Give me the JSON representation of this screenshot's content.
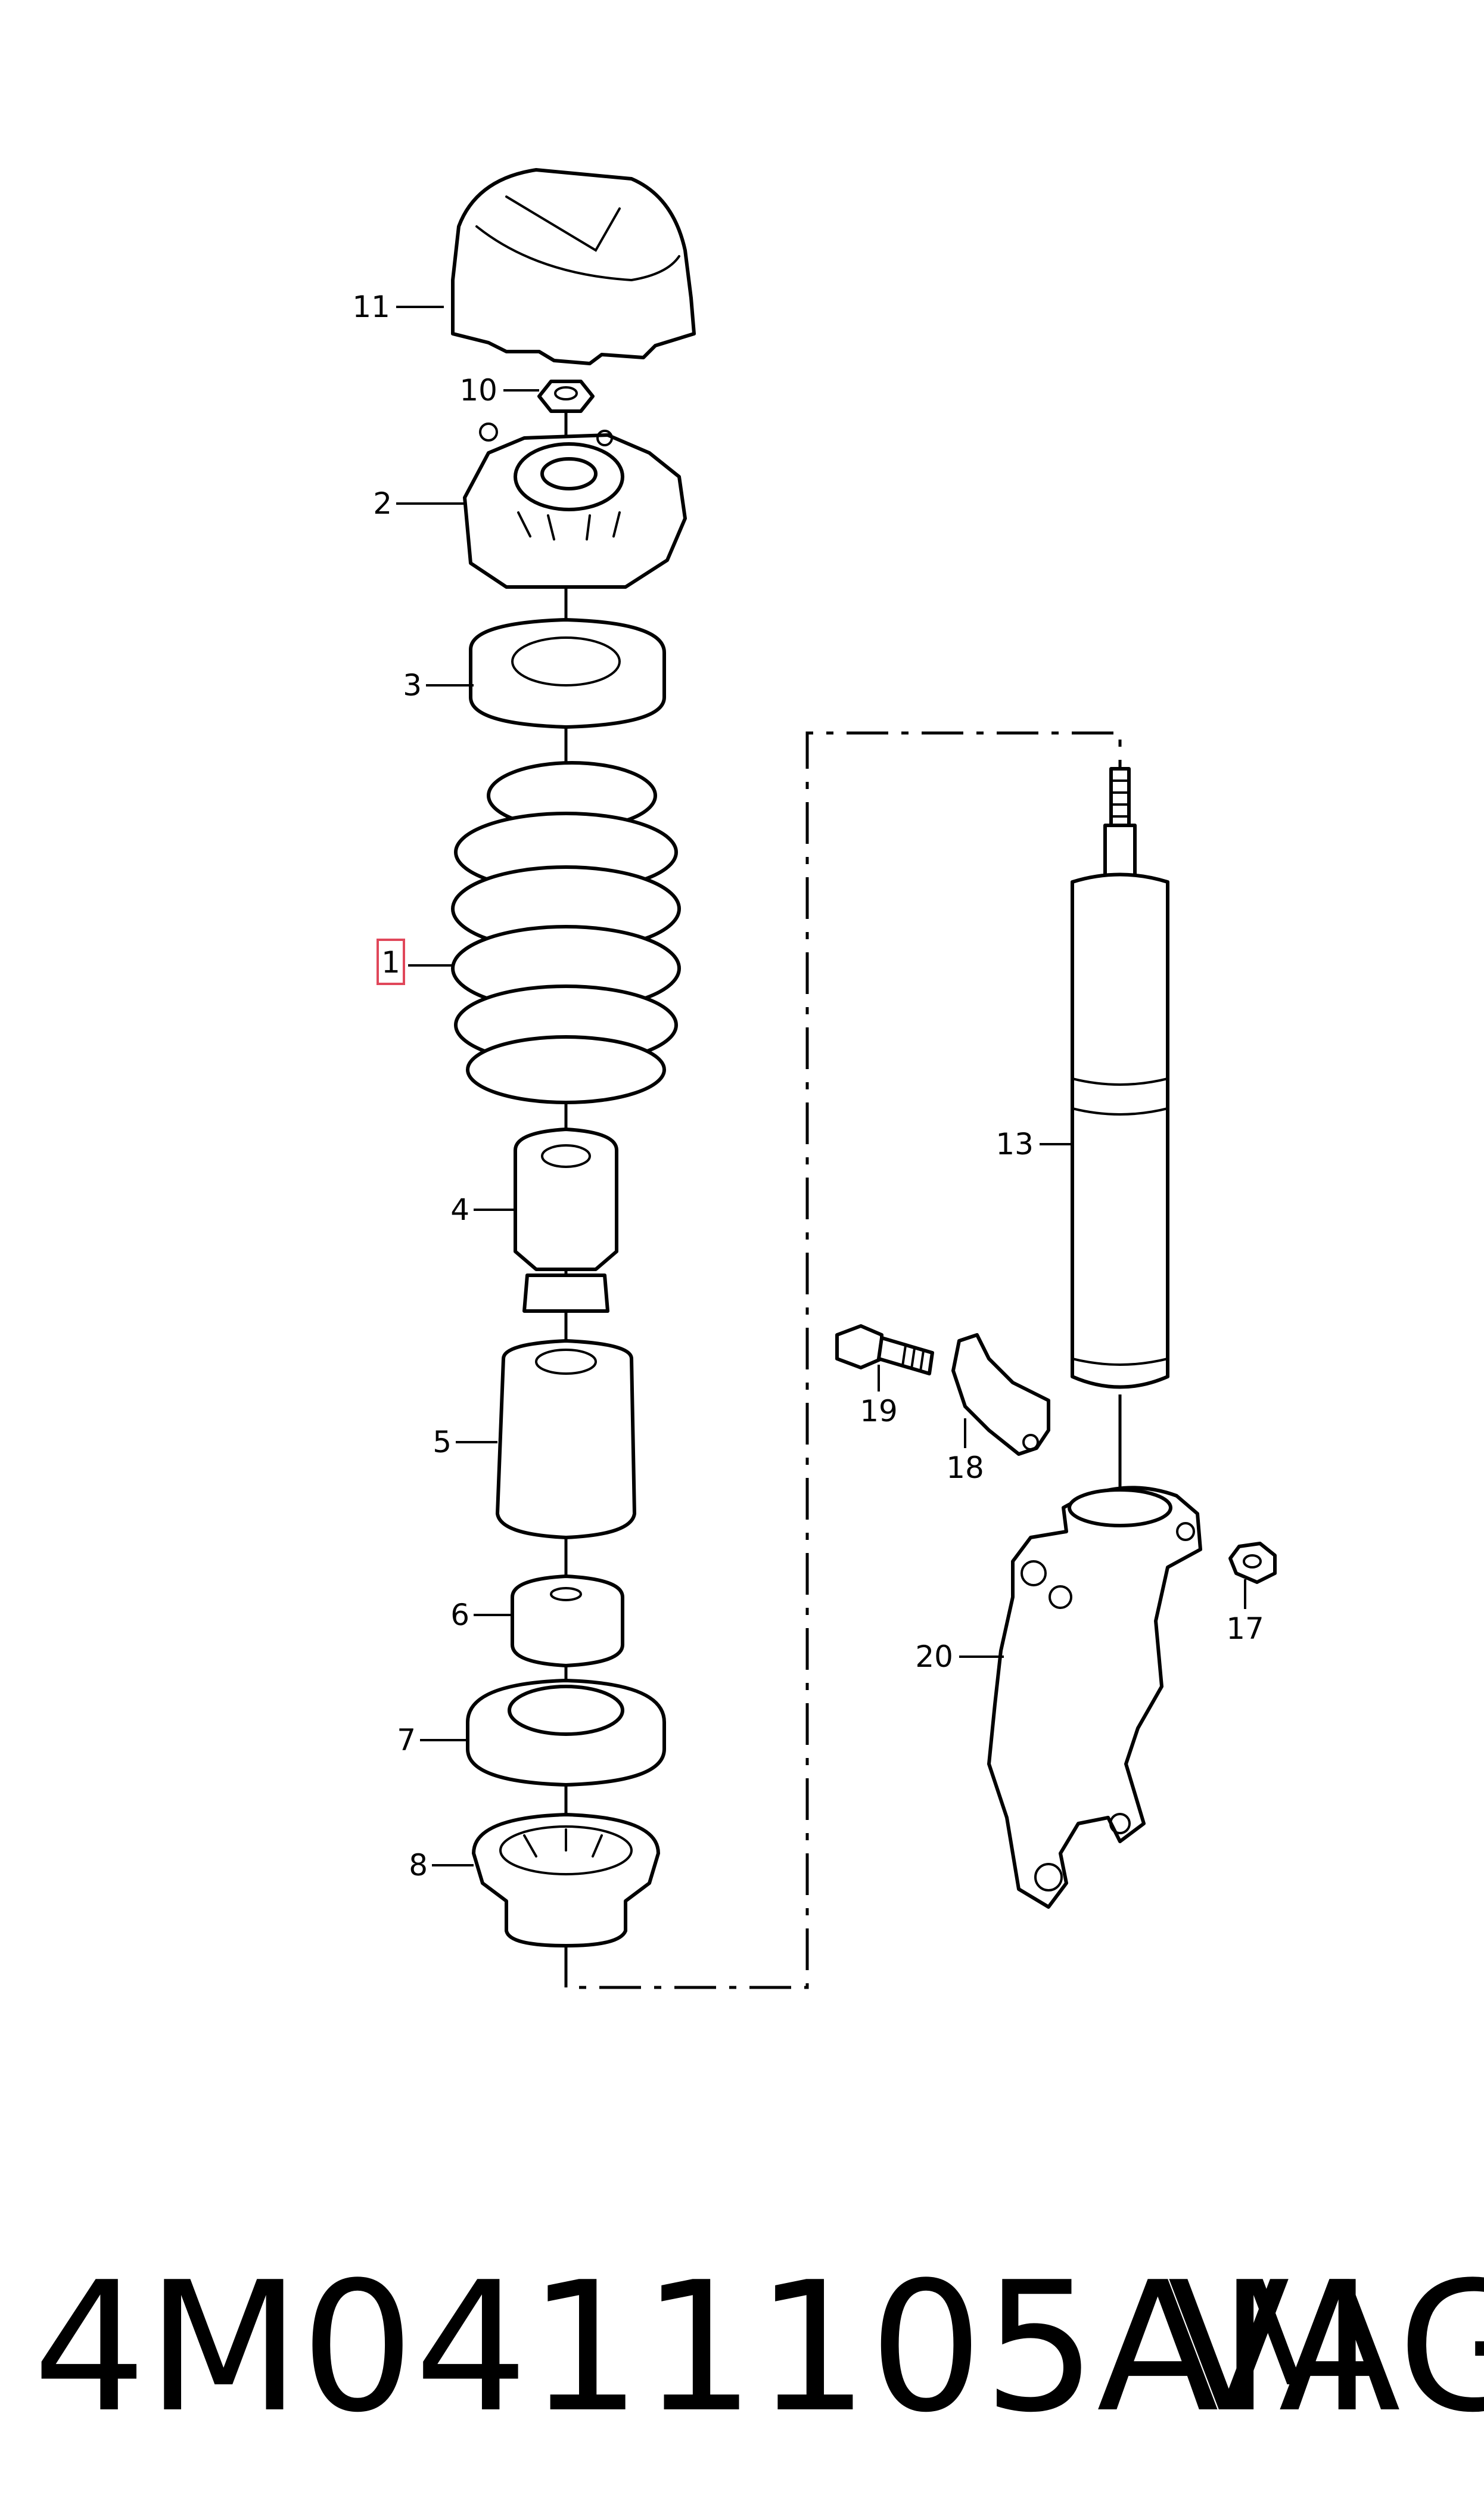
{
  "diagram": {
    "callouts": [
      {
        "id": "c11",
        "label": "11"
      },
      {
        "id": "c10",
        "label": "10"
      },
      {
        "id": "c2",
        "label": "2"
      },
      {
        "id": "c3",
        "label": "3"
      },
      {
        "id": "c1",
        "label": "1",
        "highlighted": true
      },
      {
        "id": "c4",
        "label": "4"
      },
      {
        "id": "c5",
        "label": "5"
      },
      {
        "id": "c6",
        "label": "6"
      },
      {
        "id": "c7",
        "label": "7"
      },
      {
        "id": "c8",
        "label": "8"
      },
      {
        "id": "c13",
        "label": "13"
      },
      {
        "id": "c19",
        "label": "19"
      },
      {
        "id": "c18",
        "label": "18"
      },
      {
        "id": "c17",
        "label": "17"
      },
      {
        "id": "c20",
        "label": "20"
      }
    ],
    "highlight_color": "#e0475a"
  },
  "footer": {
    "part_number": "4M0411105AM",
    "brand": "VAG"
  }
}
